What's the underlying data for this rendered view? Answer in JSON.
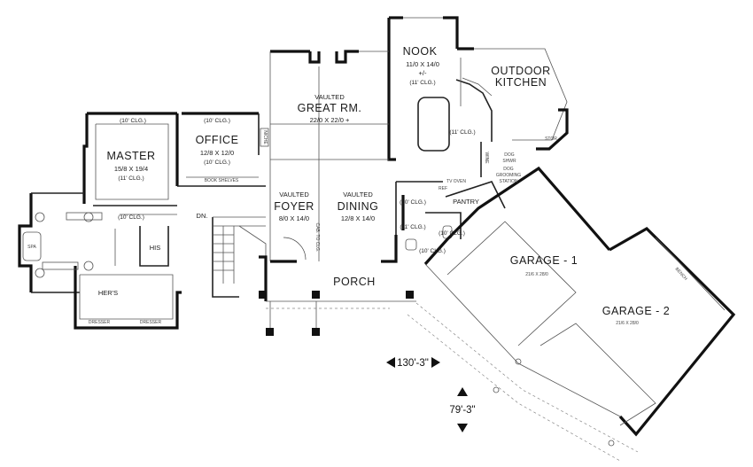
{
  "rooms": {
    "nook": {
      "name": "NOOK",
      "dims": "11/0 X 14/0",
      "plus": "+/-",
      "ceiling": "(11' CLG.)"
    },
    "outdoor_kitchen": {
      "line1": "OUTDOOR",
      "line2": "KITCHEN"
    },
    "great_room": {
      "vaulted": "VAULTED",
      "name": "GREAT RM.",
      "dims": "22/0 X 22/0 +"
    },
    "office": {
      "ceiling_top": "(10' CLG.)",
      "name": "OFFICE",
      "dims": "12/8 X 12/0",
      "ceiling": "(10' CLG.)",
      "book_shelves": "BOOK SHELVES"
    },
    "master": {
      "ceiling_top": "(10' CLG.)",
      "name": "MASTER",
      "dims": "15/8 X 19/4",
      "ceiling": "(11' CLG.)",
      "ceiling_bottom": "(10' CLG.)"
    },
    "foyer": {
      "vaulted": "VAULTED",
      "name": "FOYER",
      "dims": "8/0 X 14/0"
    },
    "dining": {
      "vaulted": "VAULTED",
      "name": "DINING",
      "dims": "12/8 X 14/0"
    },
    "kitchen": {
      "ceiling": "(11' CLG.)"
    },
    "pantry": {
      "name": "PANTRY"
    },
    "garage1": {
      "name": "GARAGE - 1",
      "dims": "21/6 X 28/0"
    },
    "garage2": {
      "name": "GARAGE - 2",
      "dims": "21/6 X 28/0"
    },
    "porch": {
      "name": "PORCH"
    },
    "his": {
      "name": "HIS"
    },
    "hers": {
      "name": "HER'S"
    },
    "spa": {
      "name": "SPA"
    },
    "stor": {
      "name": "STOR"
    },
    "dn": {
      "name": "DN."
    },
    "dog_shwr": {
      "line1": "DOG",
      "line2": "SHWR"
    },
    "dog_grooming": {
      "line1": "DOG",
      "line2": "GROOMING",
      "line3": "STATION"
    },
    "refr": {
      "name": "REF"
    },
    "tv_oven": {
      "name": "TV OVEN"
    },
    "clg_small": {
      "name": "(10' CLG.)"
    },
    "clg_hall": {
      "name": "(10' CLG.)"
    },
    "clg_half": {
      "name": "(10' CLG.)"
    },
    "clg_pantry": {
      "name": "(11' CLG.)"
    }
  },
  "labels": {
    "niche": "NICHE",
    "dresser1": "DRESSER",
    "dresser2": "DRESSER",
    "bench": "BENCH",
    "wine": "WINE",
    "cab": "CAB. TO CLG."
  },
  "dimensions": {
    "width": "130'-3\"",
    "depth": "79'-3\""
  }
}
